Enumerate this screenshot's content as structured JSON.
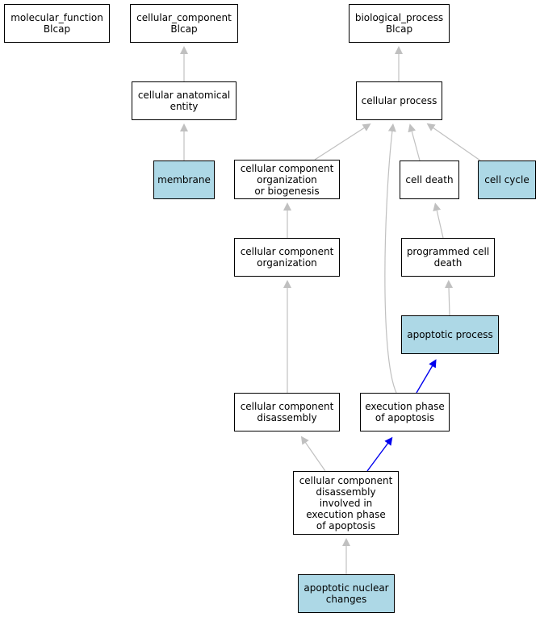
{
  "colors": {
    "highlight": "#add8e6",
    "edge_default": "#c0c0c0",
    "edge_highlight": "#0000ee"
  },
  "nodes": {
    "molecular_function_blcap": {
      "label": "molecular_function\nBlcap",
      "highlighted": false
    },
    "cellular_component_blcap": {
      "label": "cellular_component\nBlcap",
      "highlighted": false
    },
    "biological_process_blcap": {
      "label": "biological_process\nBlcap",
      "highlighted": false
    },
    "cellular_anatomical_entity": {
      "label": "cellular anatomical\nentity",
      "highlighted": false
    },
    "cellular_process": {
      "label": "cellular process",
      "highlighted": false
    },
    "membrane": {
      "label": "membrane",
      "highlighted": true
    },
    "cc_org_or_biogenesis": {
      "label": "cellular component\norganization\nor biogenesis",
      "highlighted": false
    },
    "cell_death": {
      "label": "cell death",
      "highlighted": false
    },
    "cell_cycle": {
      "label": "cell cycle",
      "highlighted": true
    },
    "cc_organization": {
      "label": "cellular component\norganization",
      "highlighted": false
    },
    "programmed_cell_death": {
      "label": "programmed cell\ndeath",
      "highlighted": false
    },
    "apoptotic_process": {
      "label": "apoptotic process",
      "highlighted": true
    },
    "cc_disassembly": {
      "label": "cellular component\ndisassembly",
      "highlighted": false
    },
    "execution_phase_apoptosis": {
      "label": "execution phase\nof apoptosis",
      "highlighted": false
    },
    "cc_disassembly_exec_phase": {
      "label": "cellular component\ndisassembly\ninvolved in\nexecution phase\nof apoptosis",
      "highlighted": false
    },
    "apoptotic_nuclear_changes": {
      "label": "apoptotic nuclear\nchanges",
      "highlighted": true
    }
  },
  "edges": [
    {
      "from": "cellular_anatomical_entity",
      "to": "cellular_component_blcap",
      "highlighted": false
    },
    {
      "from": "membrane",
      "to": "cellular_anatomical_entity",
      "highlighted": false
    },
    {
      "from": "cellular_process",
      "to": "biological_process_blcap",
      "highlighted": false
    },
    {
      "from": "cc_org_or_biogenesis",
      "to": "cellular_process",
      "highlighted": false
    },
    {
      "from": "execution_phase_apoptosis",
      "to": "cellular_process",
      "highlighted": false
    },
    {
      "from": "cell_death",
      "to": "cellular_process",
      "highlighted": false
    },
    {
      "from": "cell_cycle",
      "to": "cellular_process",
      "highlighted": false
    },
    {
      "from": "cc_organization",
      "to": "cc_org_or_biogenesis",
      "highlighted": false
    },
    {
      "from": "programmed_cell_death",
      "to": "cell_death",
      "highlighted": false
    },
    {
      "from": "cc_disassembly",
      "to": "cc_organization",
      "highlighted": false
    },
    {
      "from": "apoptotic_process",
      "to": "programmed_cell_death",
      "highlighted": false
    },
    {
      "from": "execution_phase_apoptosis",
      "to": "apoptotic_process",
      "highlighted": true
    },
    {
      "from": "cc_disassembly_exec_phase",
      "to": "cc_disassembly",
      "highlighted": false
    },
    {
      "from": "cc_disassembly_exec_phase",
      "to": "execution_phase_apoptosis",
      "highlighted": true
    },
    {
      "from": "apoptotic_nuclear_changes",
      "to": "cc_disassembly_exec_phase",
      "highlighted": false
    }
  ]
}
